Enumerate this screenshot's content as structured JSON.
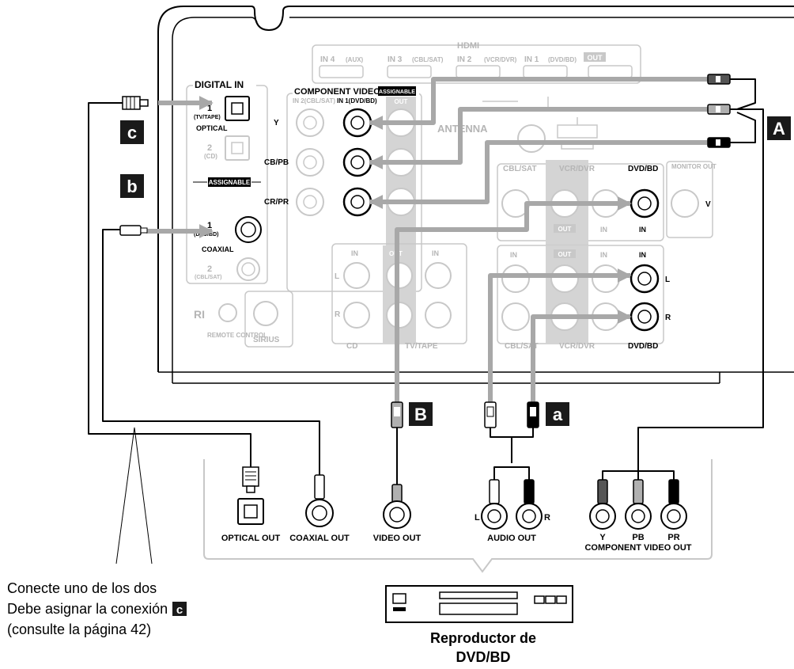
{
  "colors": {
    "panel_stroke": "#c8c8c8",
    "cable_gray": "#a8a8a8",
    "wire_black": "#000000",
    "badge_fill": "#1a1a1a",
    "badge_text": "#ffffff"
  },
  "receiver": {
    "hdmi": {
      "title": "HDMI",
      "ports": [
        {
          "name": "IN 4",
          "sub": "(AUX)"
        },
        {
          "name": "IN 3",
          "sub": "(CBL/SAT)"
        },
        {
          "name": "IN 2",
          "sub": "(VCR/DVR)"
        },
        {
          "name": "IN 1",
          "sub": "(DVD/BD)"
        },
        {
          "name": "OUT",
          "sub": ""
        }
      ]
    },
    "digital_in": {
      "title": "DIGITAL IN",
      "optical": {
        "label": "OPTICAL",
        "port1": "1",
        "port1_sub": "(TV/TAPE)",
        "port2": "2",
        "port2_sub": "(CD)"
      },
      "assignable": "ASSIGNABLE",
      "coaxial": {
        "label": "COAXIAL",
        "port1": "1",
        "port1_sub": "(DVD/BD)",
        "port2": "2",
        "port2_sub": "(CBL/SAT)"
      }
    },
    "component_video": {
      "title": "COMPONENT VIDEO",
      "badge": "ASSIGNABLE",
      "in2": "IN 2(CBL/SAT)",
      "in1": "IN 1(DVD/BD)",
      "out": "OUT",
      "rows": [
        "Y",
        "CB/PB",
        "CR/PR"
      ]
    },
    "antenna": "ANTENNA",
    "video_block": {
      "cbl_sat": "CBL/SAT",
      "vcr_dvr": "VCR/DVR",
      "dvd_bd": "DVD/BD",
      "monitor_out": "MONITOR OUT",
      "out": "OUT",
      "in": "IN",
      "v": "V",
      "dvd_in": "IN"
    },
    "audio_block": {
      "in": "IN",
      "out": "OUT",
      "l": "L",
      "r": "R",
      "cbl_sat": "CBL/SAT",
      "vcr_dvr": "VCR/DVR",
      "dvd_bd": "DVD/BD",
      "dvd_in": "IN"
    },
    "cd_tape": {
      "in": "IN",
      "out": "OUT",
      "l": "L",
      "r": "R",
      "cd": "CD",
      "tv_tape": "TV/TAPE"
    },
    "ri": "RI",
    "remote_control": "REMOTE CONTROL",
    "sirius": "SIRIUS"
  },
  "badges": {
    "A": "A",
    "B": "B",
    "a": "a",
    "b": "b",
    "c": "c"
  },
  "player": {
    "optical_out": "OPTICAL OUT",
    "coaxial_out": "COAXIAL OUT",
    "video_out": "VIDEO OUT",
    "audio_out": "AUDIO OUT",
    "audio_l": "L",
    "audio_r": "R",
    "comp_y": "Y",
    "comp_pb": "PB",
    "comp_pr": "PR",
    "component_video_out": "COMPONENT VIDEO OUT",
    "caption_line1": "Reproductor de",
    "caption_line2": "DVD/BD"
  },
  "notes": {
    "line1": "Conecte uno de los dos",
    "line2": "Debe asignar la conexión",
    "line2_badge": "c",
    "line3": "(consulte la página 42)"
  }
}
